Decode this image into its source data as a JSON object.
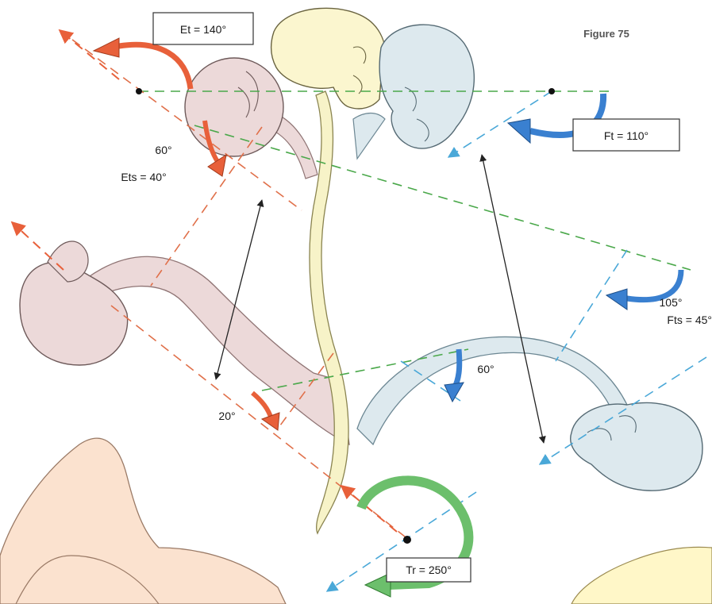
{
  "figure_label": "Figure 75",
  "labels": {
    "et": "Et = 140°",
    "ft": "Ft = 110°",
    "tr": "Tr = 250°",
    "ets": "Ets = 40°",
    "fts": "Fts = 45°",
    "angle_60_left": "60°",
    "angle_60_right": "60°",
    "angle_105": "105°",
    "angle_20": "20°"
  },
  "colors": {
    "extension_red": "#e8603a",
    "flexion_blue": "#3a80d0",
    "green_line": "#4aa84a",
    "green_arrow": "#6cbf6c",
    "dashed_blue": "#4aa8d8",
    "dashed_red": "#e0704a",
    "spine_yellow": "#f7f3c8",
    "skull_pink": "#ecd9d9",
    "skull_blue": "#dde9ee",
    "skull_yellow": "#fbf6cf",
    "skin": "#fbe2cf"
  }
}
